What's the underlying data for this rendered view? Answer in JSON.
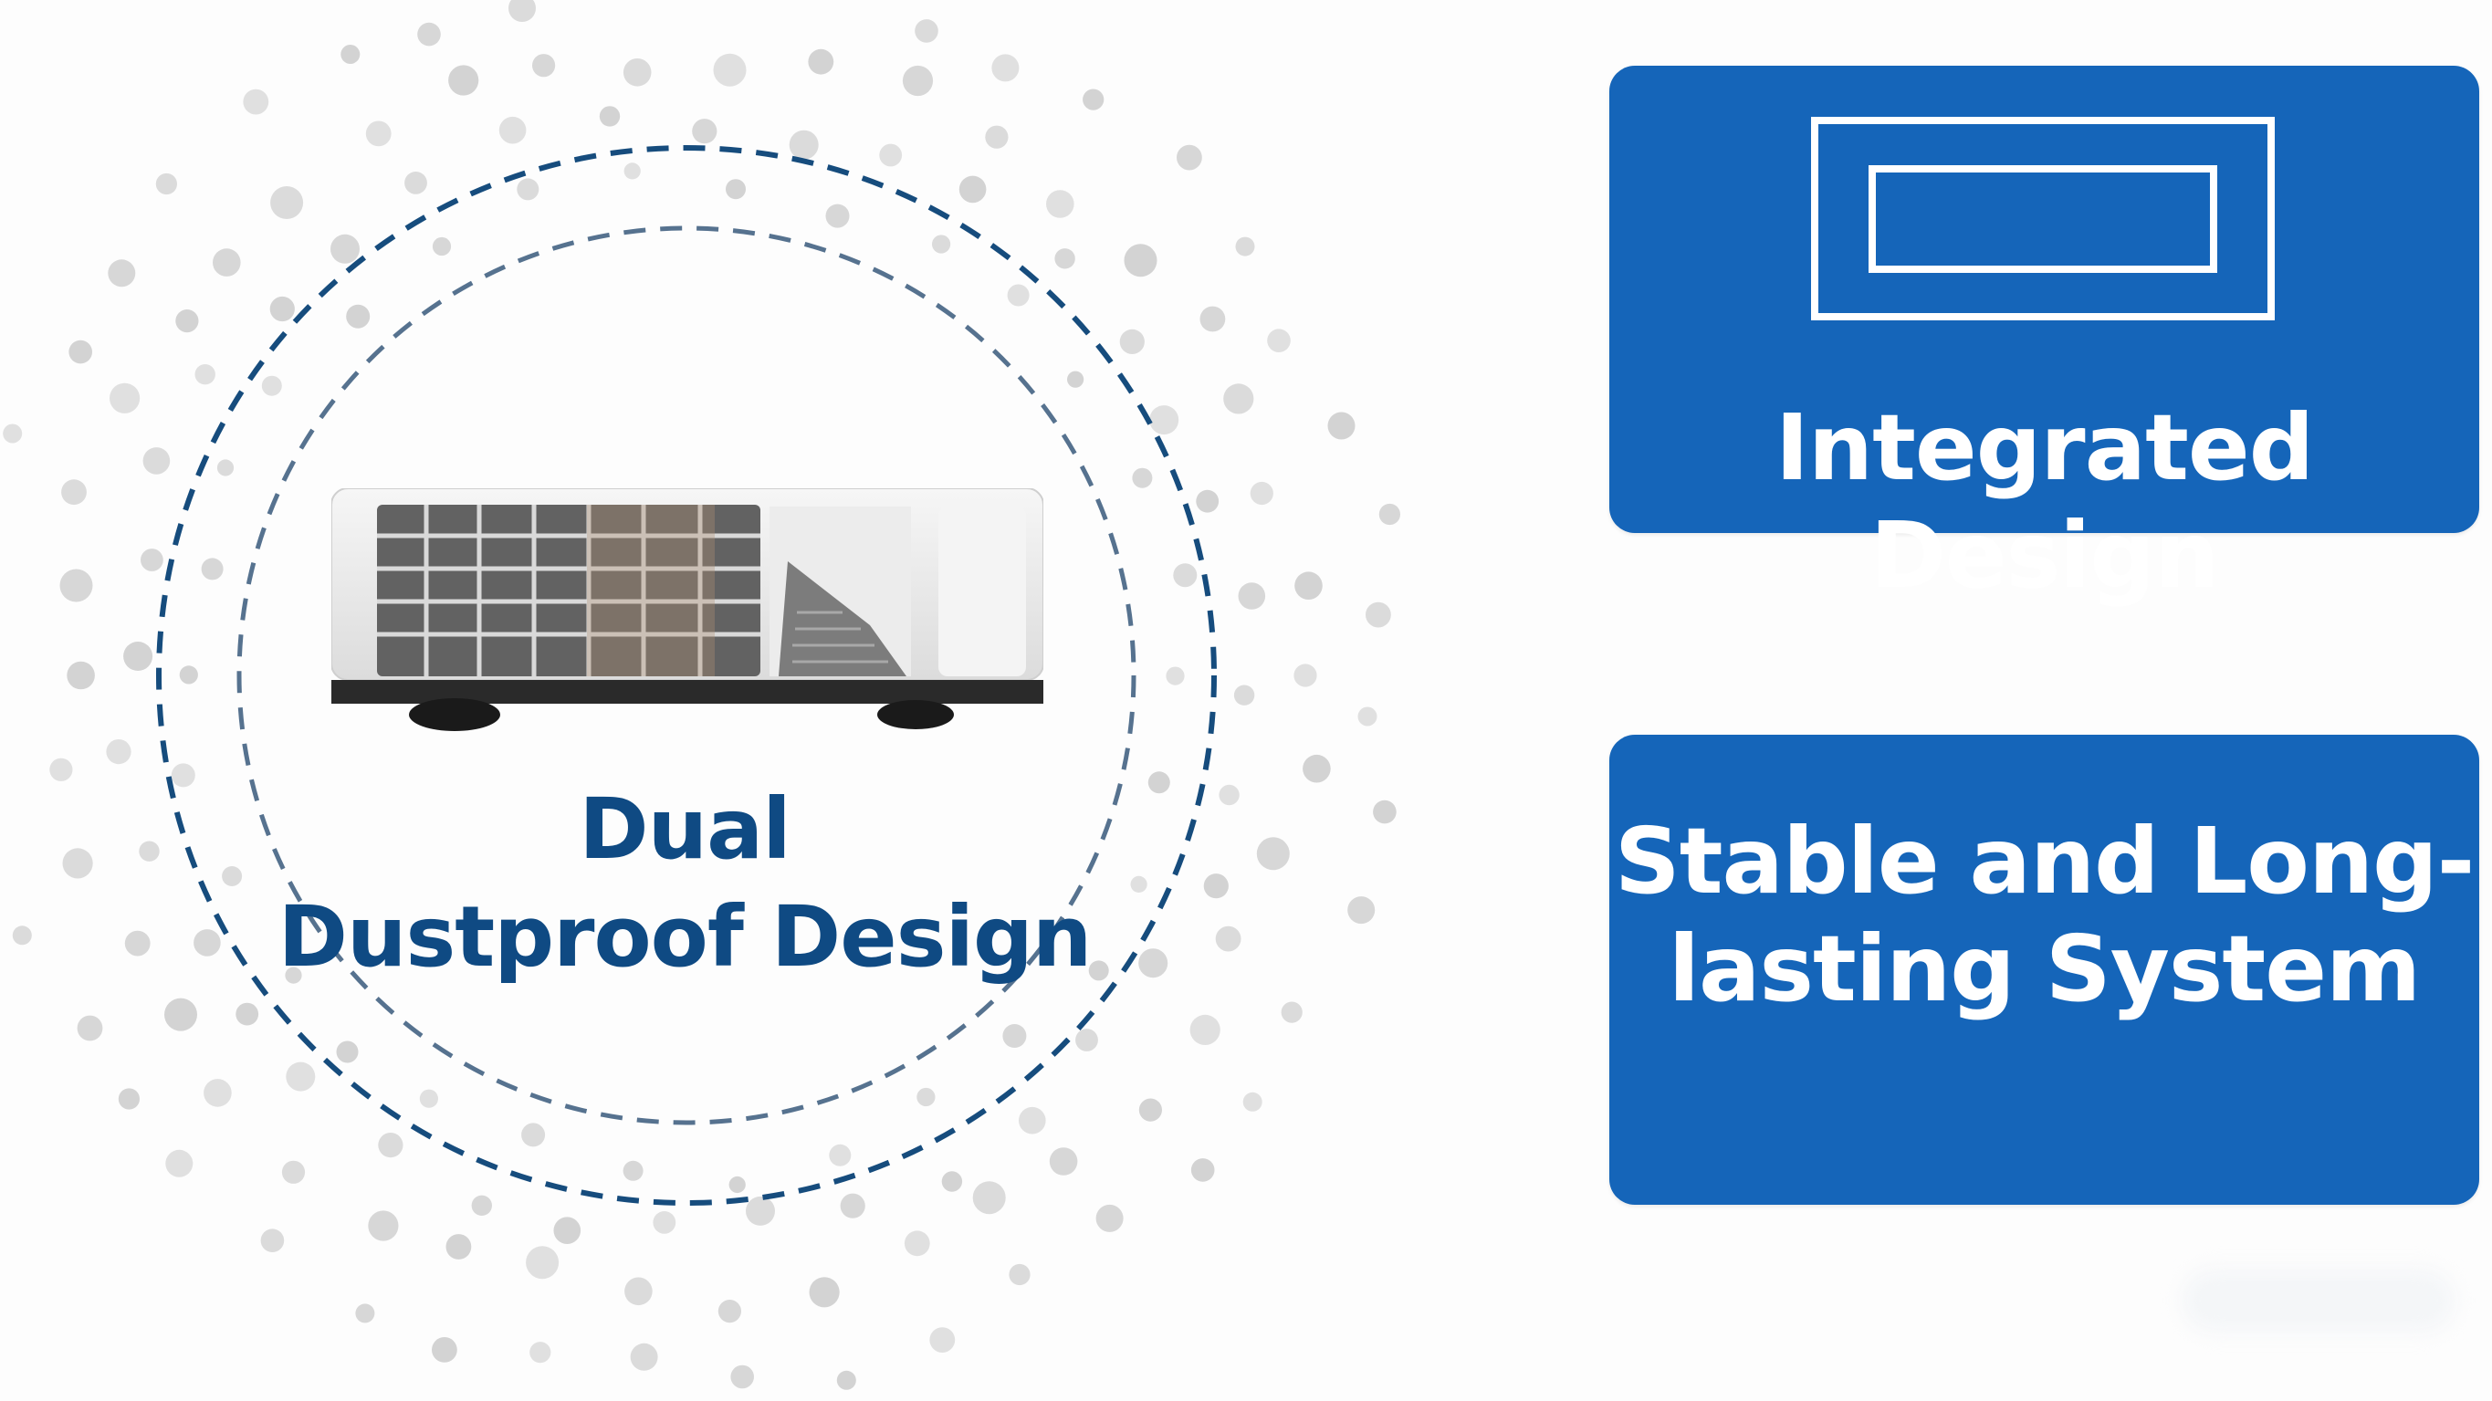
{
  "left_feature": {
    "label_line1": "Dual",
    "label_line2": "Dustproof Design",
    "text_color": "#0f4a83",
    "ring_color": "#164c7d",
    "dot_color": "#c8c8c8",
    "image": "projector-product-image"
  },
  "cards": [
    {
      "title": "Integrated Design",
      "icon": "rectangle-in-rectangle-icon",
      "background": "#1565b9",
      "text_color": "#ffffff"
    },
    {
      "title_line1": "Stable and Long-",
      "title_line2": "lasting System",
      "background": "#1565b9",
      "text_color": "#ffffff"
    }
  ]
}
